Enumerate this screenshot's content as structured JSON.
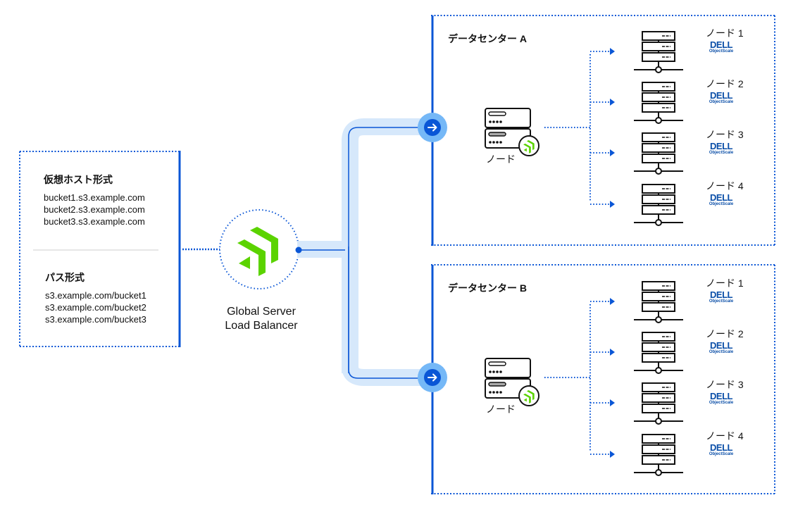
{
  "colors": {
    "accent_blue": "#0a56d6",
    "light_blue": "#d6e8fb",
    "arrow_circle_outer": "#75b8f7",
    "arrow_circle_inner": "#0a56d6",
    "logo_green": "#5bd300",
    "divider_gray": "#cccccc",
    "dell_blue": "#0b4fa8"
  },
  "left_panel": {
    "virtual_host": {
      "title": "仮想ホスト形式",
      "lines": [
        "bucket1.s3.example.com",
        "bucket2.s3.example.com",
        "bucket3.s3.example.com"
      ]
    },
    "path_style": {
      "title": "パス形式",
      "lines": [
        "s3.example.com/bucket1",
        "s3.example.com/bucket2",
        "s3.example.com/bucket3"
      ]
    }
  },
  "gslb": {
    "icon": "progress-logo-icon",
    "label_line1": "Global Server",
    "label_line2": "Load Balancer"
  },
  "datacenters": [
    {
      "title": "データセンター A",
      "entry_icon": "arrow-right-circle-icon",
      "load_balancer_node": {
        "label": "ノード",
        "icon": "server-with-logo-icon"
      },
      "nodes": [
        {
          "name": "ノード 1",
          "brand": "DELL",
          "product": "ObjectScale"
        },
        {
          "name": "ノード 2",
          "brand": "DELL",
          "product": "ObjectScale"
        },
        {
          "name": "ノード 3",
          "brand": "DELL",
          "product": "ObjectScale"
        },
        {
          "name": "ノード 4",
          "brand": "DELL",
          "product": "ObjectScale"
        }
      ]
    },
    {
      "title": "データセンター B",
      "entry_icon": "arrow-right-circle-icon",
      "load_balancer_node": {
        "label": "ノード",
        "icon": "server-with-logo-icon"
      },
      "nodes": [
        {
          "name": "ノード 1",
          "brand": "DELL",
          "product": "ObjectScale"
        },
        {
          "name": "ノード 2",
          "brand": "DELL",
          "product": "ObjectScale"
        },
        {
          "name": "ノード 3",
          "brand": "DELL",
          "product": "ObjectScale"
        },
        {
          "name": "ノード 4",
          "brand": "DELL",
          "product": "ObjectScale"
        }
      ]
    }
  ]
}
